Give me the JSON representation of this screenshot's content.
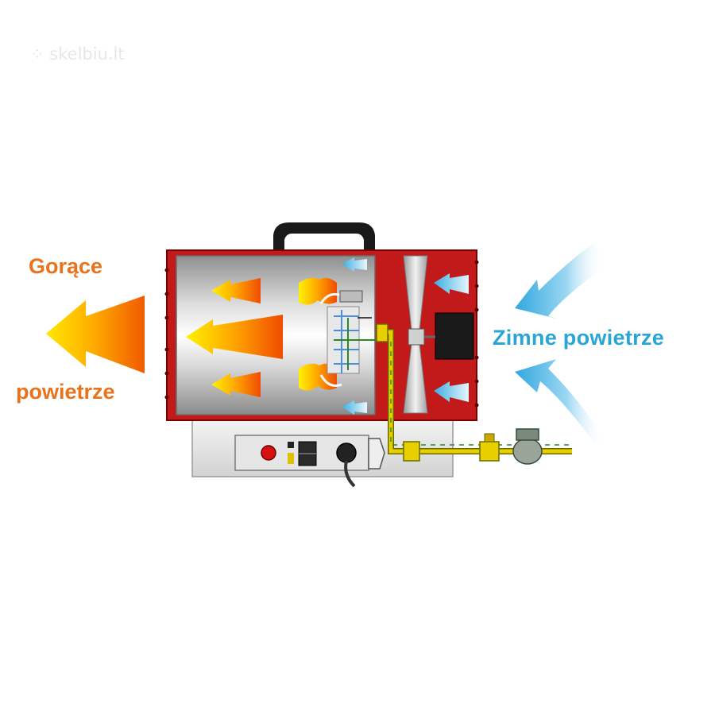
{
  "watermark": "skelbiu.lt",
  "labels": {
    "hot_air_line1": "Gorące",
    "hot_air_line2": "powietrze",
    "cold_air": "Zimne powietrze"
  },
  "colors": {
    "hot": "#e8731c",
    "cold": "#2aa6d6",
    "housing": "#c21a1a",
    "gas_line": "#e8d000"
  }
}
